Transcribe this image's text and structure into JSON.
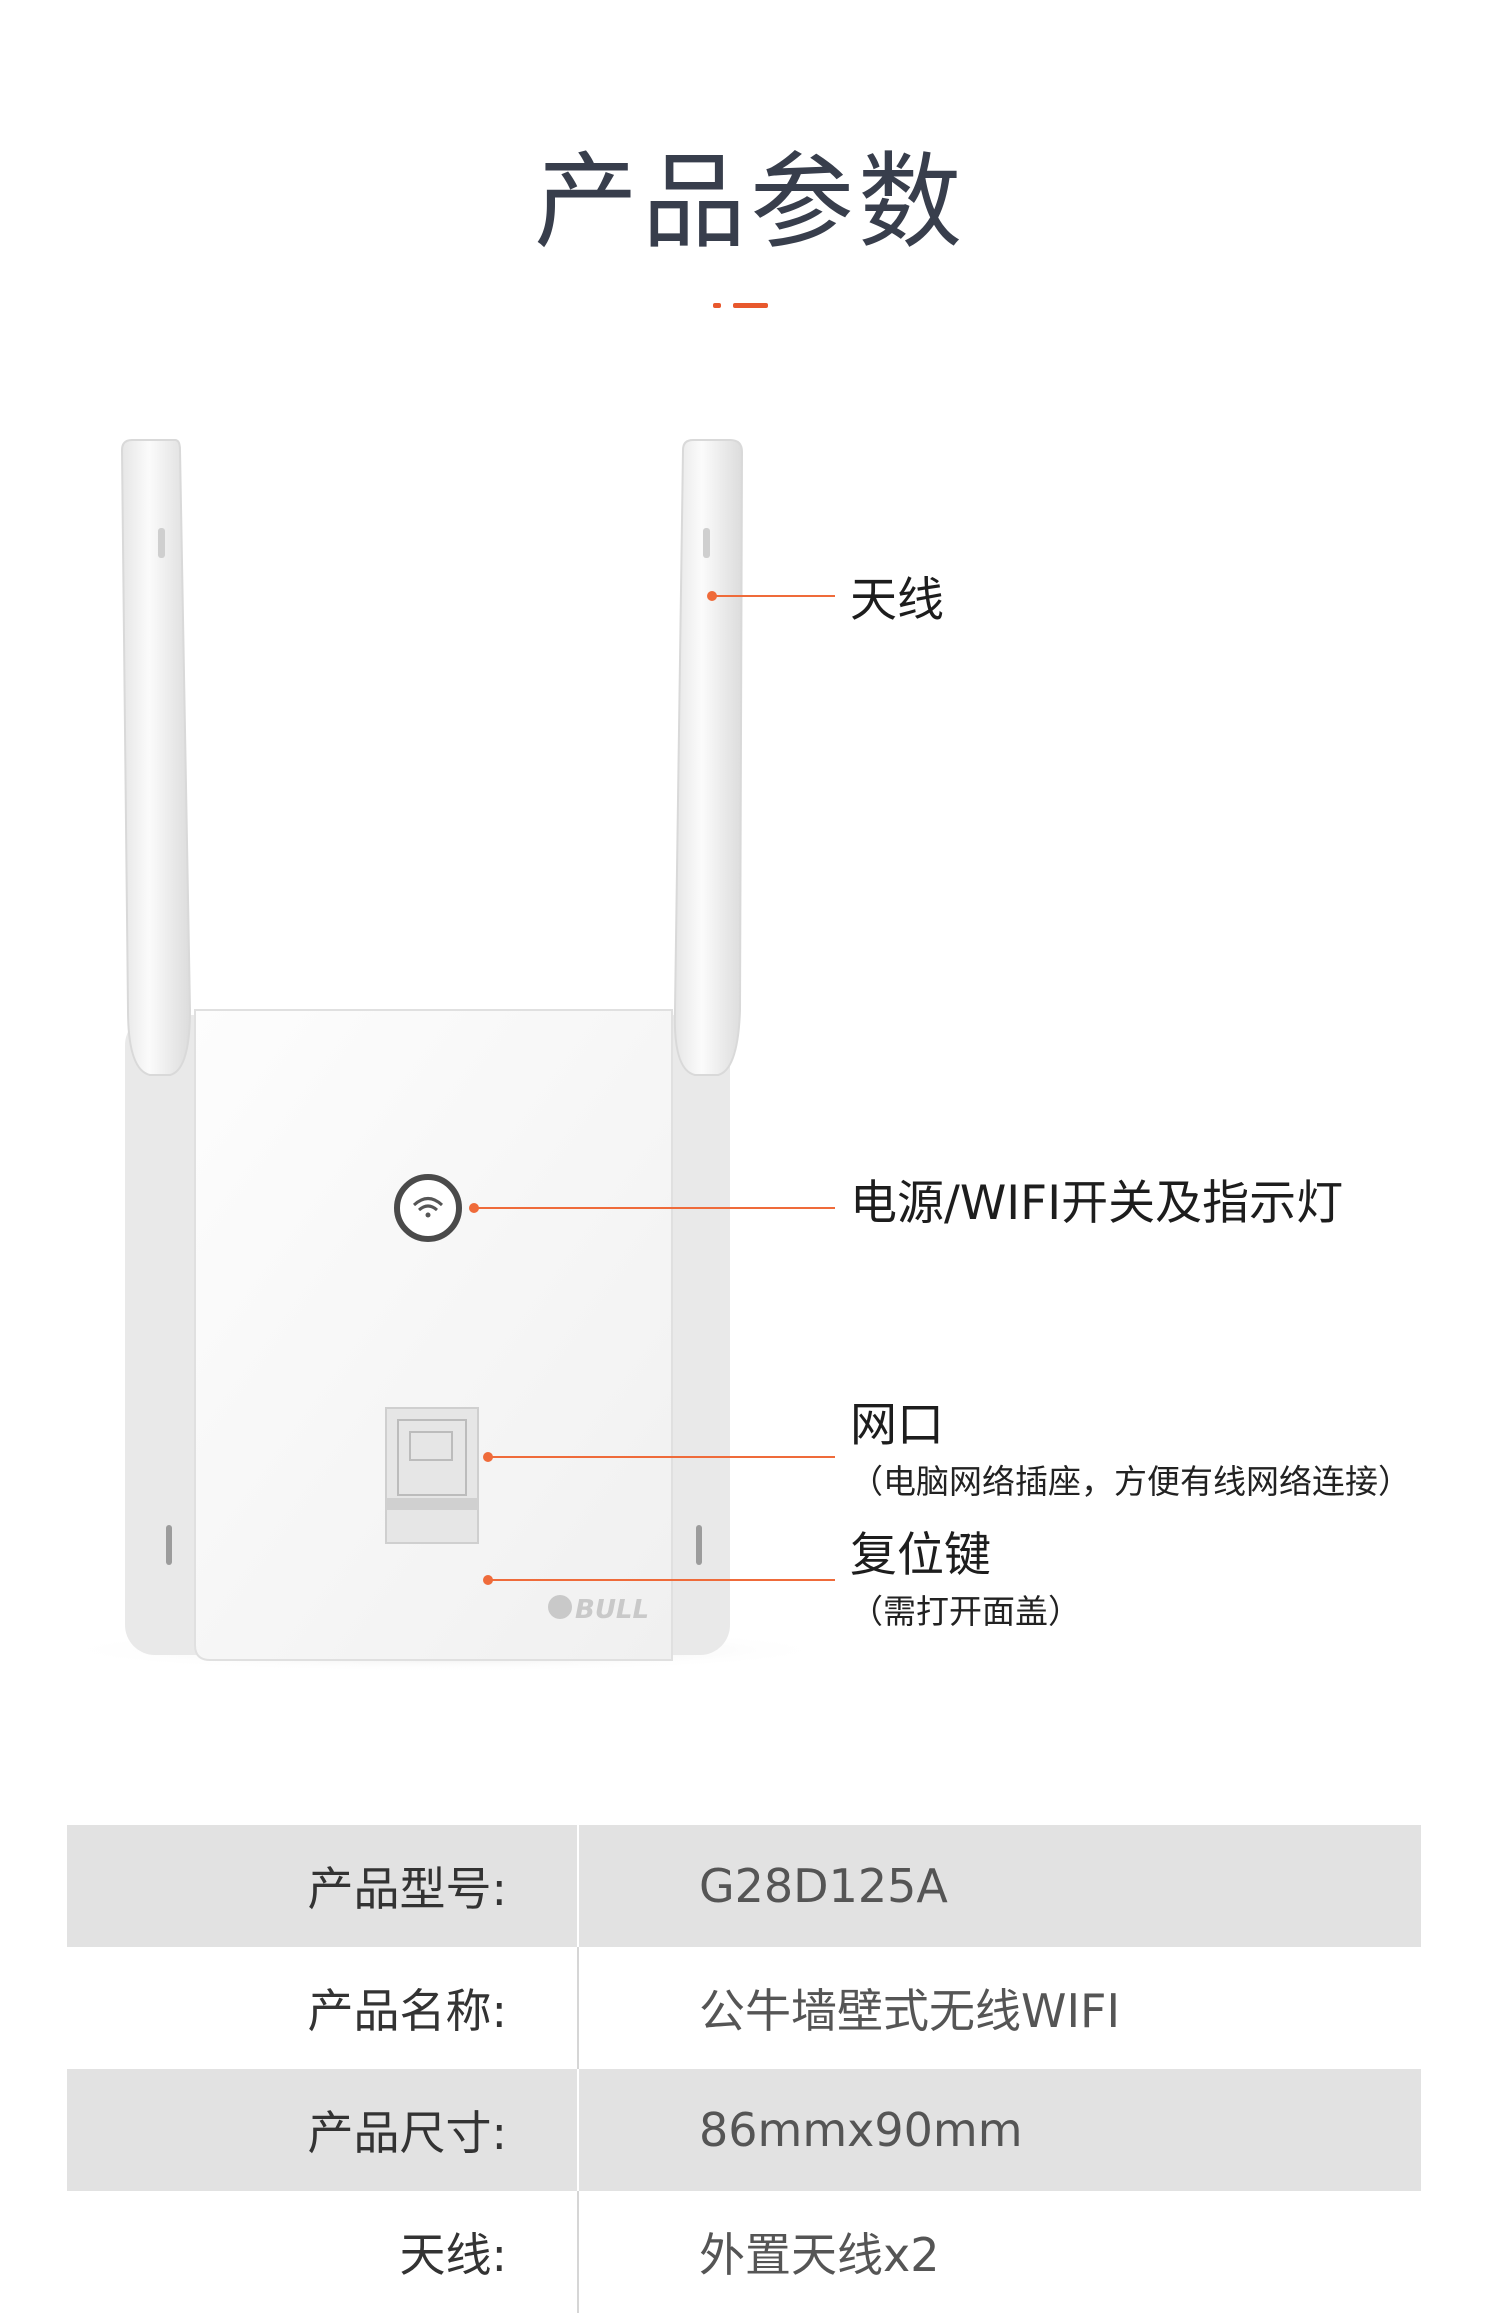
{
  "page": {
    "title": "产品参数",
    "accent": "#e8582d"
  },
  "device": {
    "brand_logo": "BULL",
    "icons": [
      "wifi-icon",
      "ethernet-port-icon"
    ]
  },
  "callouts": [
    {
      "id": "antenna",
      "main": "天线",
      "sub": ""
    },
    {
      "id": "power",
      "main": "电源/WIFI开关及指示灯",
      "sub": ""
    },
    {
      "id": "port",
      "main": "网口",
      "sub": "（电脑网络插座，方便有线网络连接）"
    },
    {
      "id": "reset",
      "main": "复位键",
      "sub": "（需打开面盖）"
    }
  ],
  "specs": [
    {
      "label": "产品型号:",
      "value": "G28D125A"
    },
    {
      "label": "产品名称:",
      "value": "公牛墙壁式无线WIFI"
    },
    {
      "label": "产品尺寸:",
      "value": "86mmx90mm"
    },
    {
      "label": "天线:",
      "value": "外置天线x2"
    }
  ]
}
